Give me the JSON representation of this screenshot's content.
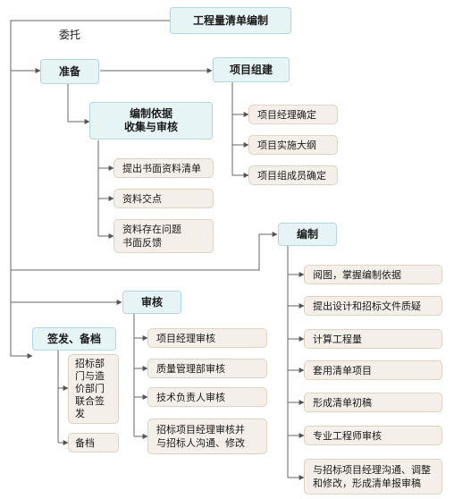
{
  "diagram": {
    "title": "工程量清单编制",
    "entrust": "委托",
    "prepare": "准备",
    "basis": "编制依据\n收集与审核",
    "prep_items": [
      "提出书面资料清单",
      "资料交点",
      "资料存在问题\n书面反馈"
    ],
    "project_team": "项目组建",
    "team_items": [
      "项目经理确定",
      "项目实施大纲",
      "项目组成员确定"
    ],
    "compile": "编制",
    "compile_items": [
      "阅图，掌握编制依据",
      "提出设计和招标文件质疑",
      "计算工程量",
      "套用清单项目",
      "形成清单初稿",
      "专业工程师审核",
      "与招标项目经理沟通、调整\n和修改，形成清单报审稿"
    ],
    "review": "审核",
    "review_items": [
      "项目经理审核",
      "质量管理部审核",
      "技术负责人审核",
      "招标项目经理审核并\n与招标人沟通、修改"
    ],
    "sign": "签发、备档",
    "sign_items": [
      "招标部\n门与造\n价部门\n联合签\n发",
      "备档"
    ],
    "colors": {
      "blue_fill": "#e7f4f6",
      "blue_border": "#b2d7dd",
      "grey_fill": "#f4efe8",
      "grey_border": "#ddd3c5",
      "line": "#666666"
    }
  }
}
